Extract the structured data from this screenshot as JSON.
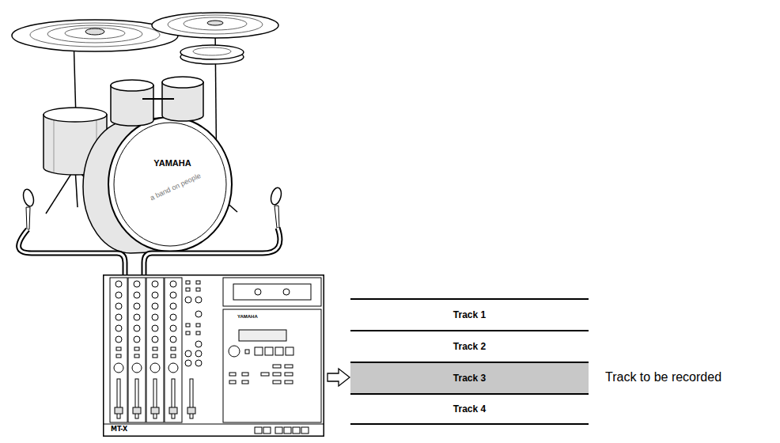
{
  "diagram": {
    "nodes": [
      {
        "text": [
          "YAMAHA",
          "MT-X"
        ]
      },
      {
        "text": [
          "Track 1"
        ]
      },
      {
        "text": [
          "Track 2"
        ]
      },
      {
        "text": [
          "Track 3"
        ]
      },
      {
        "text": [
          "Track 4"
        ]
      }
    ],
    "edges": [
      {
        "from": 0,
        "to": 3,
        "arrow": "to"
      }
    ],
    "labels": [
      "YAMAHA",
      "a band on people",
      "Track to be recorded"
    ]
  }
}
